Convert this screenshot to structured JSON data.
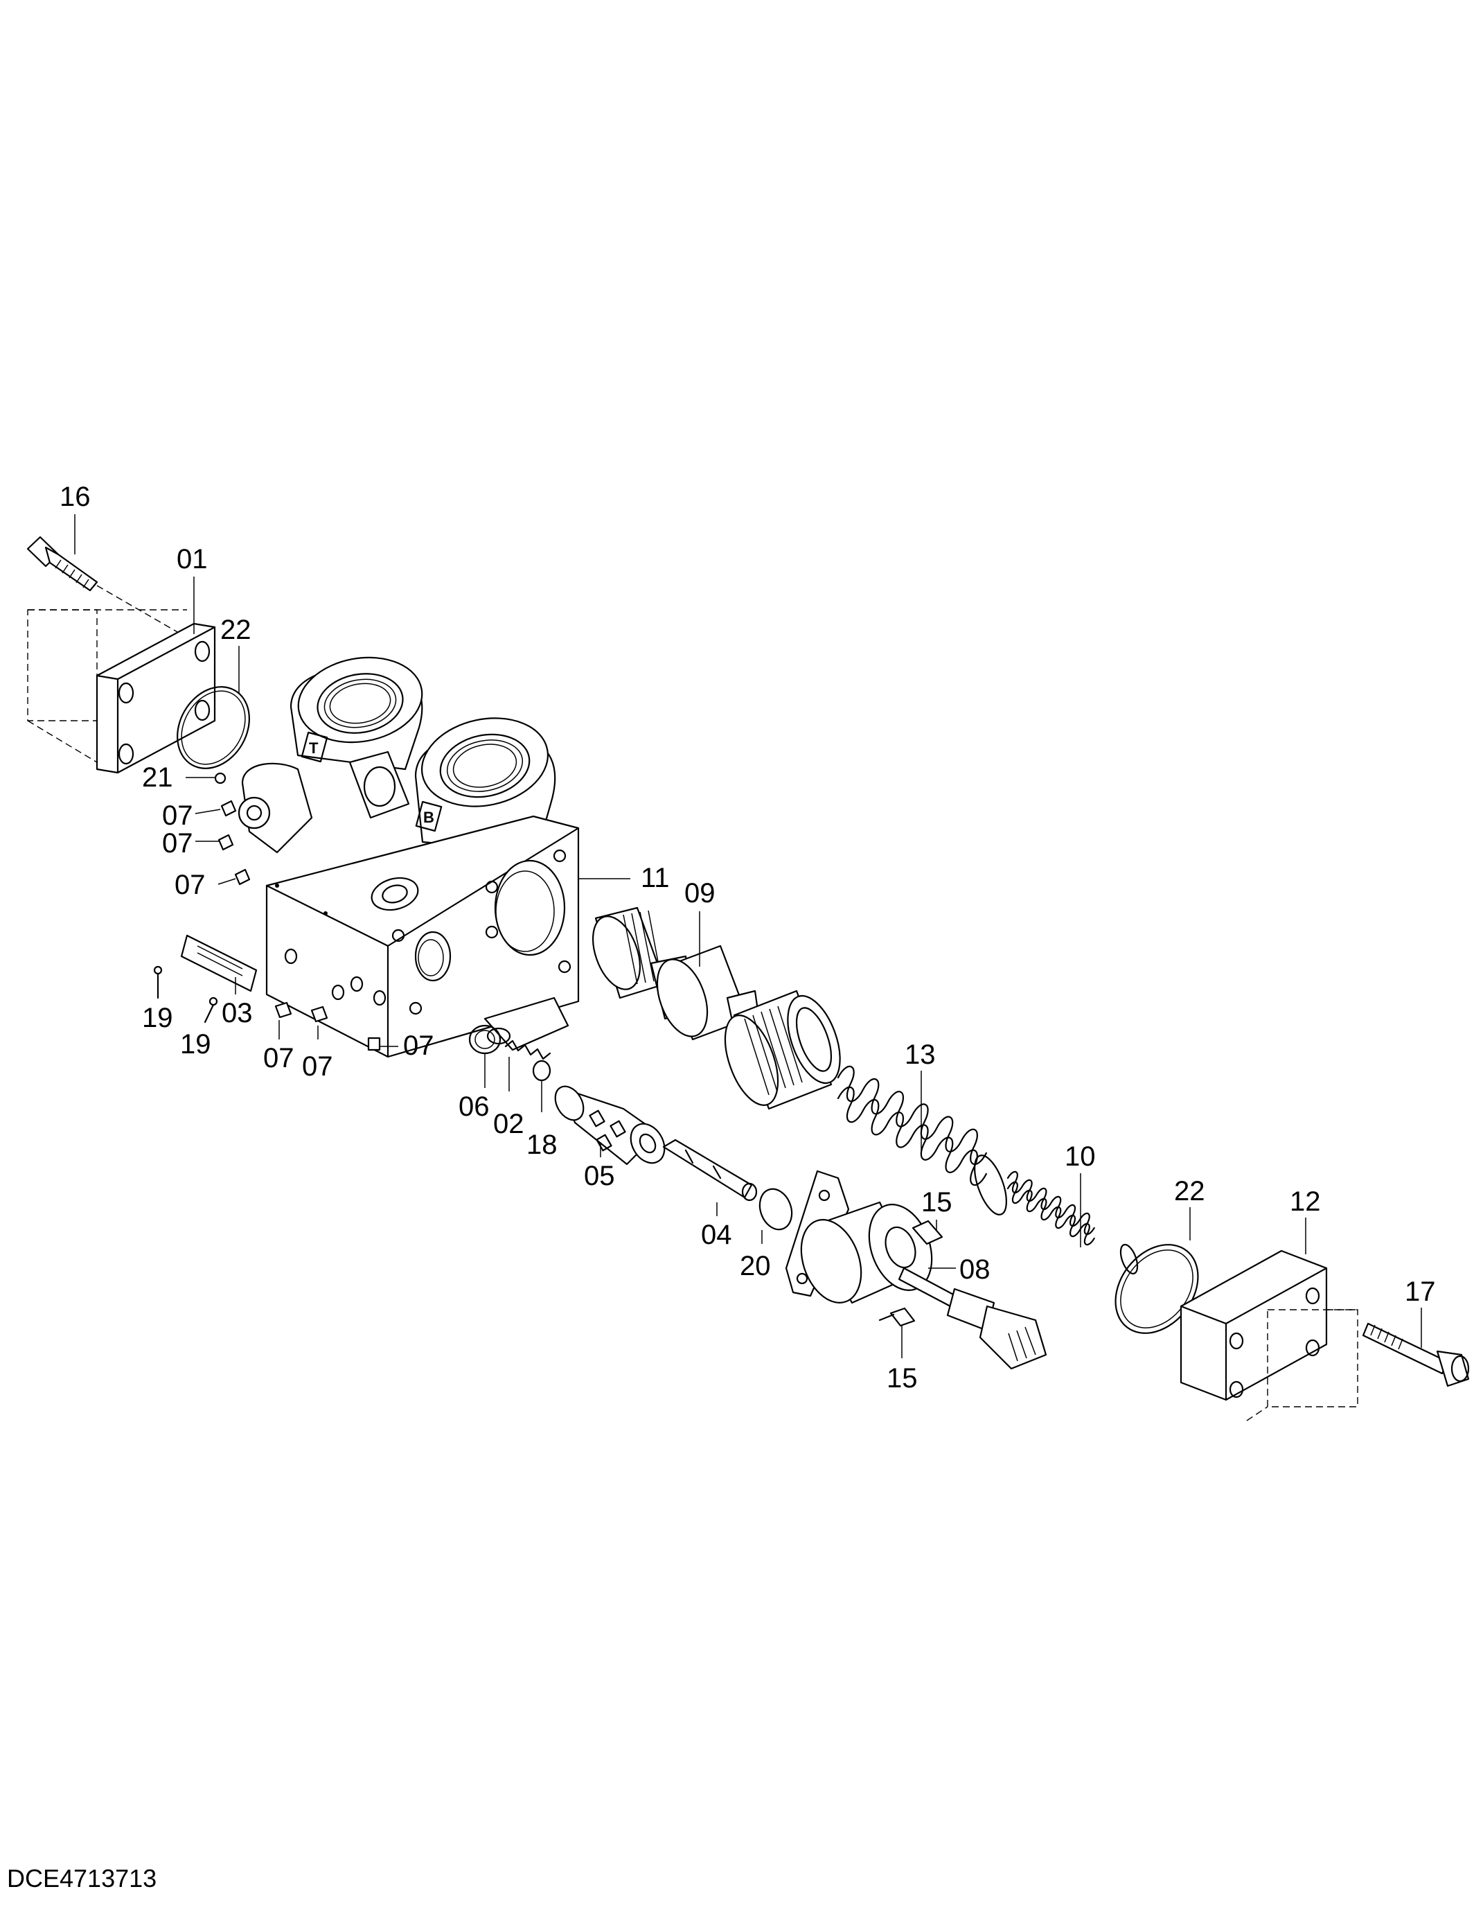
{
  "drawing_id": "DCE4713713",
  "callouts": [
    {
      "id": "c16",
      "text": "16"
    },
    {
      "id": "c01",
      "text": "01"
    },
    {
      "id": "c22a",
      "text": "22"
    },
    {
      "id": "c21",
      "text": "21"
    },
    {
      "id": "c07a",
      "text": "07"
    },
    {
      "id": "c07b",
      "text": "07"
    },
    {
      "id": "c07c",
      "text": "07"
    },
    {
      "id": "c19a",
      "text": "19"
    },
    {
      "id": "c19b",
      "text": "19"
    },
    {
      "id": "c03",
      "text": "03"
    },
    {
      "id": "c07d",
      "text": "07"
    },
    {
      "id": "c07e",
      "text": "07"
    },
    {
      "id": "c07f",
      "text": "07"
    },
    {
      "id": "c11",
      "text": "11"
    },
    {
      "id": "c09",
      "text": "09"
    },
    {
      "id": "c06",
      "text": "06"
    },
    {
      "id": "c02",
      "text": "02"
    },
    {
      "id": "c18",
      "text": "18"
    },
    {
      "id": "c05",
      "text": "05"
    },
    {
      "id": "c13",
      "text": "13"
    },
    {
      "id": "c04",
      "text": "04"
    },
    {
      "id": "c20",
      "text": "20"
    },
    {
      "id": "c15a",
      "text": "15"
    },
    {
      "id": "c08",
      "text": "08"
    },
    {
      "id": "c15b",
      "text": "15"
    },
    {
      "id": "c10",
      "text": "10"
    },
    {
      "id": "c22b",
      "text": "22"
    },
    {
      "id": "c12",
      "text": "12"
    },
    {
      "id": "c17",
      "text": "17"
    }
  ],
  "port_marks": {
    "t": "T",
    "b": "B"
  }
}
